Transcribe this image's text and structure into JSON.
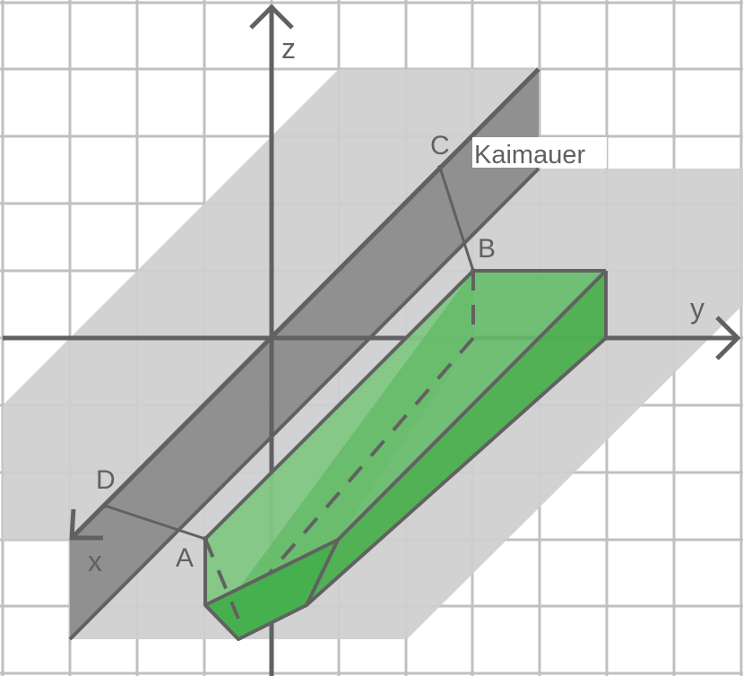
{
  "diagram": {
    "axes": {
      "x_label": "x",
      "y_label": "y",
      "z_label": "z"
    },
    "points": {
      "A": "A",
      "B": "B",
      "C": "C",
      "D": "D"
    },
    "wall_label": "Kaimauer",
    "colors": {
      "grid": "#C0C0C0",
      "ground_plane": "#D0D0D0",
      "wall": "#8F8F8F",
      "line": "#616161",
      "prism_front": "#4CAF50",
      "prism_side": "#5CB860",
      "prism_top": "#81C784"
    }
  }
}
